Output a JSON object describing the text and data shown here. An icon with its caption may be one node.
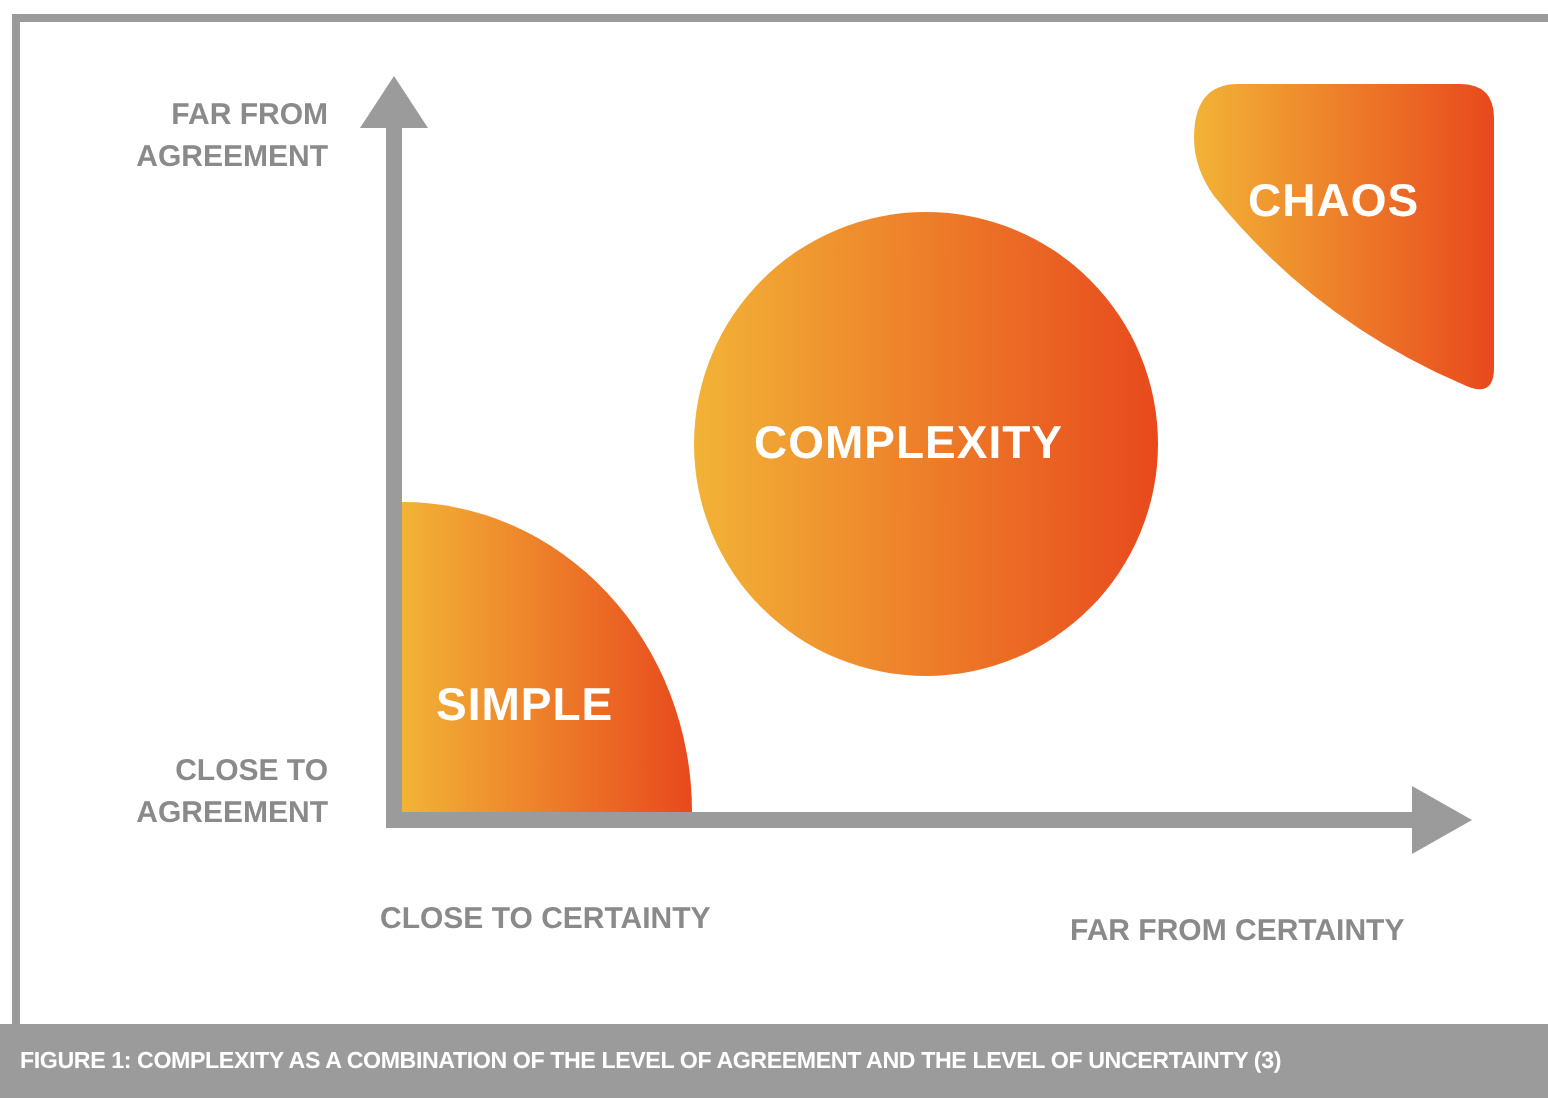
{
  "diagram": {
    "caption": "FIGURE 1: COMPLEXITY AS A COMBINATION OF THE LEVEL OF AGREEMENT AND THE LEVEL OF UNCERTAINTY (3)",
    "nodes": [
      {
        "text": [
          "CHAOS"
        ]
      },
      {
        "text": [
          "COMPLEXITY"
        ]
      },
      {
        "text": [
          "SIMPLE"
        ]
      }
    ],
    "labels": [
      "FAR FROM AGREEMENT",
      "CLOSE TO AGREEMENT",
      "CLOSE TO CERTAINTY",
      "FAR FROM CERTAINTY"
    ]
  }
}
